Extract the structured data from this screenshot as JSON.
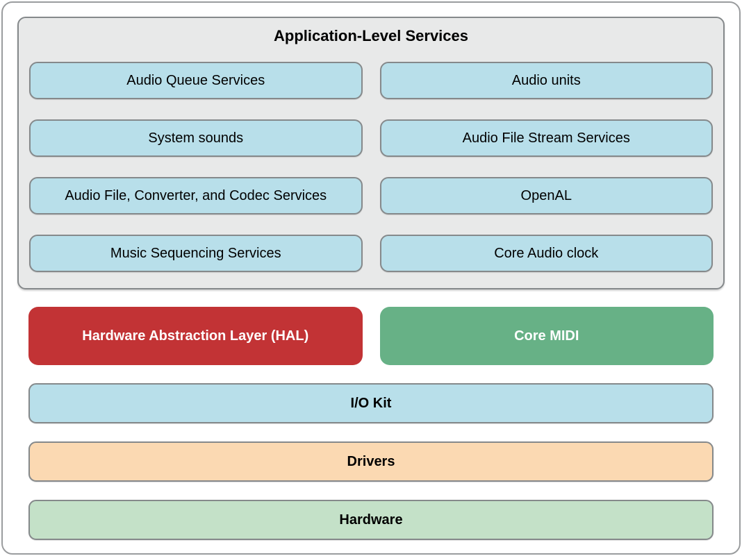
{
  "colors": {
    "outer_border": "#9a9c9e",
    "inner_border": "#85898b",
    "panel_bg": "#e8e9e9",
    "service_box_bg": "#b8dfea",
    "hal_bg": "#c23335",
    "core_midi_bg": "#67b186",
    "iokit_bg": "#b8dfea",
    "drivers_bg": "#fbd9b2",
    "hardware_bg": "#c4e1c8",
    "text_dark": "#000000",
    "text_light": "#ffffff"
  },
  "app_services": {
    "title": "Application-Level Services",
    "items": [
      "Audio Queue Services",
      "Audio units",
      "System sounds",
      "Audio File Stream Services",
      "Audio File, Converter, and Codec Services",
      "OpenAL",
      "Music Sequencing Services",
      "Core Audio clock"
    ]
  },
  "mid_layer": {
    "hal": "Hardware Abstraction Layer (HAL)",
    "core_midi": "Core MIDI"
  },
  "layers": {
    "iokit": "I/O Kit",
    "drivers": "Drivers",
    "hardware": "Hardware"
  }
}
